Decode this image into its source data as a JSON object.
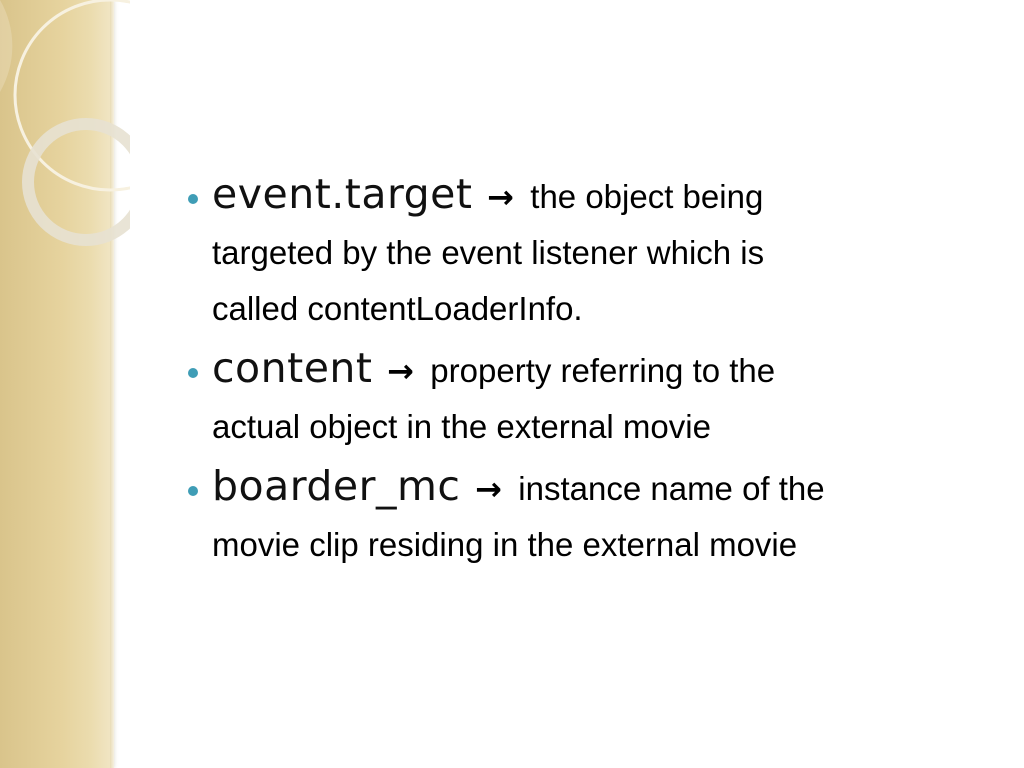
{
  "slide": {
    "accent_color": "#3f9db6",
    "panel_color": "#e6d39e",
    "bullets": [
      {
        "term": "event.target",
        "arrow": "→",
        "desc_first": "the object being",
        "desc_lines": [
          "targeted by the event listener which is",
          "called contentLoaderInfo."
        ]
      },
      {
        "term": "content",
        "arrow": "→",
        "desc_first": "property referring to the",
        "desc_lines": [
          "actual object in the external movie"
        ]
      },
      {
        "term": "boarder_mc",
        "arrow": "→",
        "desc_first": "instance name of the",
        "desc_lines": [
          "movie clip residing in the external movie"
        ]
      }
    ]
  }
}
